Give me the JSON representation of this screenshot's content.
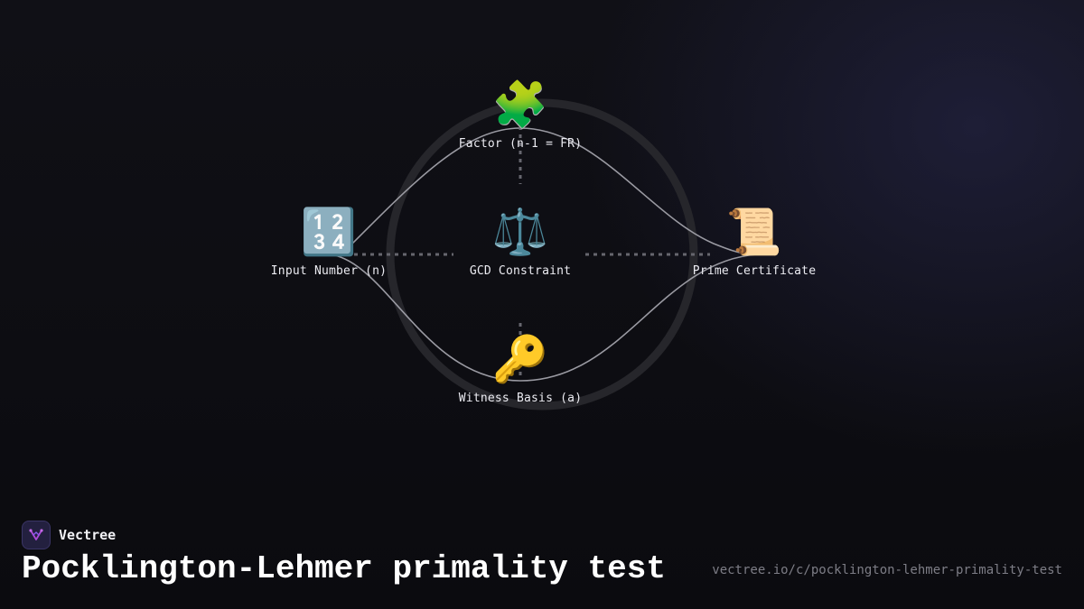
{
  "diagram": {
    "nodes": [
      {
        "id": "factor",
        "icon": "🧩",
        "icon_name": "puzzle-piece-icon",
        "label": "Factor (n-1 = FR)"
      },
      {
        "id": "input",
        "icon": "🔢",
        "icon_name": "number-keys-icon",
        "label": "Input Number (n)"
      },
      {
        "id": "gcd",
        "icon": "⚖️",
        "icon_name": "balance-scale-icon",
        "label": "GCD Constraint"
      },
      {
        "id": "certificate",
        "icon": "📜",
        "icon_name": "scroll-icon",
        "label": "Prime Certificate"
      },
      {
        "id": "witness",
        "icon": "🔑",
        "icon_name": "key-icon",
        "label": "Witness Basis (a)"
      }
    ],
    "connections": [
      {
        "from": "input",
        "to": "factor",
        "style": "solid"
      },
      {
        "from": "factor",
        "to": "certificate",
        "style": "solid"
      },
      {
        "from": "input",
        "to": "witness",
        "style": "solid"
      },
      {
        "from": "witness",
        "to": "certificate",
        "style": "solid"
      },
      {
        "from": "input",
        "to": "gcd",
        "style": "dashed"
      },
      {
        "from": "gcd",
        "to": "certificate",
        "style": "dashed"
      },
      {
        "from": "factor",
        "to": "gcd",
        "style": "dashed"
      },
      {
        "from": "witness",
        "to": "gcd",
        "style": "dashed"
      }
    ]
  },
  "brand": {
    "name": "Vectree",
    "logo_icon": "vectree-logo-icon"
  },
  "title": "Pocklington-Lehmer primality test",
  "url": "vectree.io/c/pocklington-lehmer-primality-test",
  "colors": {
    "background": "#0d0d11",
    "curve": "#9a9aa2",
    "dashed": "#66666e",
    "ring": "#26262b",
    "brand_accent": "#b04ad8"
  }
}
